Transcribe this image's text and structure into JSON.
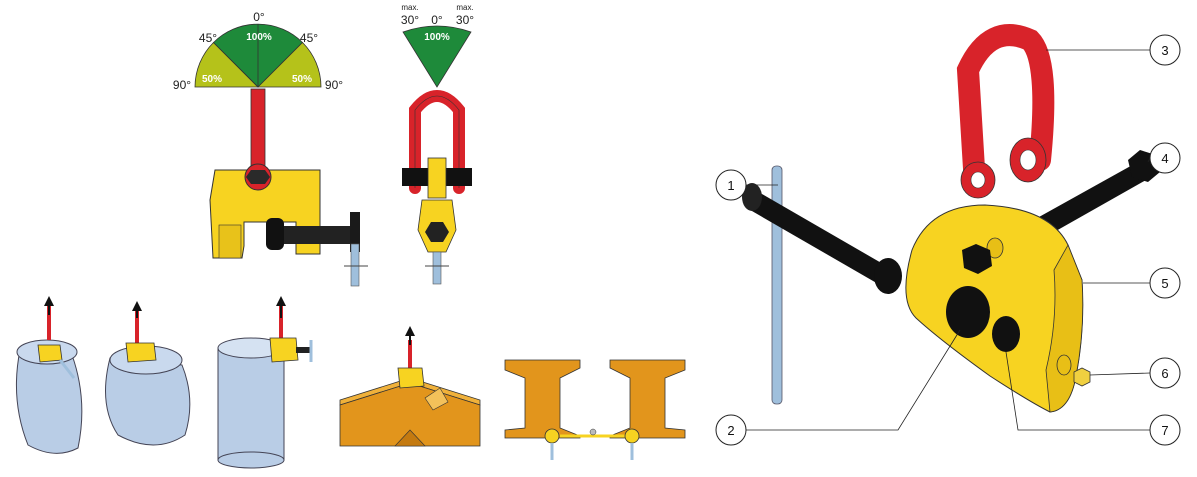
{
  "angle_diagram_left": {
    "top_angle": "0°",
    "upper_left_angle": "45°",
    "upper_right_angle": "45°",
    "lower_left_angle": "90°",
    "lower_right_angle": "90°",
    "center_capacity": "100%",
    "left_capacity": "50%",
    "right_capacity": "50%"
  },
  "angle_diagram_right": {
    "left_max": "max.",
    "left_angle": "30°",
    "right_max": "max.",
    "right_angle": "30°",
    "top_angle": "0°",
    "center_capacity": "100%"
  },
  "callouts": [
    "1",
    "2",
    "3",
    "4",
    "5",
    "6",
    "7"
  ],
  "colors": {
    "clamp_yellow": "#f7d321",
    "shackle_red": "#d8232a",
    "zone_green": "#1e8a3a",
    "zone_olive": "#b5c21a",
    "pipe_blue": "#b9cde6",
    "beam_orange": "#e2951c",
    "screw_black": "#1a1a1a",
    "pin_blue": "#9fbfdc"
  }
}
